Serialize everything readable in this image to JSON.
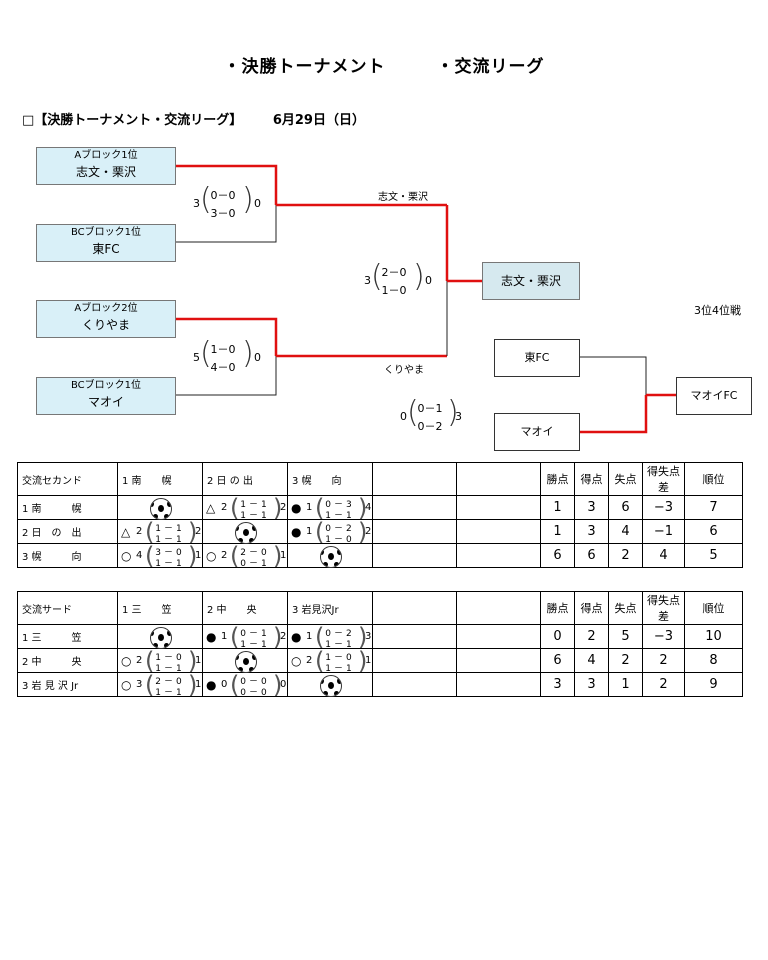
{
  "title": {
    "part1": "・決勝トーナメント",
    "part2": "・交流リーグ"
  },
  "subtitle": {
    "label": "□【決勝トーナメント・交流リーグ】",
    "date": "6月29日（日）"
  },
  "bracket": {
    "boxes": [
      {
        "top": "Aブロック1位",
        "name": "志文・栗沢"
      },
      {
        "top": "BCブロック1位",
        "name": "東FC"
      },
      {
        "top": "Aブロック2位",
        "name": "くりやま"
      },
      {
        "top": "BCブロック1位",
        "name": "マオイ"
      }
    ],
    "semi1": {
      "left": "3",
      "line1": "0－0",
      "line2": "3－0",
      "right": "0"
    },
    "semi2": {
      "left": "5",
      "line1": "1－0",
      "line2": "4－0",
      "right": "0"
    },
    "final": {
      "left": "3",
      "line1": "2－0",
      "line2": "1－0",
      "right": "0"
    },
    "third": {
      "left": "0",
      "line1": "0－1",
      "line2": "0－2",
      "right": "3"
    },
    "semi1_winner": "志文・栗沢",
    "semi2_winner": "くりやま",
    "champion": "志文・栗沢",
    "third_place_label": "3位4位戦",
    "third_team_a": "東FC",
    "third_team_b": "マオイ",
    "third_winner": "マオイFC"
  },
  "league1": {
    "name": "交流セカンド",
    "columns": [
      "1 南　　幌",
      "2 日 の 出",
      "3 幌　　向"
    ],
    "stat_headers": [
      "勝点",
      "得点",
      "失点",
      "得失点差",
      "順位"
    ],
    "rows": [
      {
        "team": "1 南　　　幌",
        "cells": [
          {
            "self": true
          },
          {
            "mark": "△",
            "l": "2",
            "s1": "1－1",
            "s2": "1－1",
            "r": "2"
          },
          {
            "mark": "●",
            "l": "1",
            "s1": "0－3",
            "s2": "1－1",
            "r": "4"
          }
        ],
        "stats": [
          "1",
          "3",
          "6",
          "−3",
          "7"
        ]
      },
      {
        "team": "2 日　の　出",
        "cells": [
          {
            "mark": "△",
            "l": "2",
            "s1": "1－1",
            "s2": "1－1",
            "r": "2"
          },
          {
            "self": true
          },
          {
            "mark": "●",
            "l": "1",
            "s1": "0－2",
            "s2": "1－0",
            "r": "2"
          }
        ],
        "stats": [
          "1",
          "3",
          "4",
          "−1",
          "6"
        ]
      },
      {
        "team": "3 幌　　　向",
        "cells": [
          {
            "mark": "○",
            "l": "4",
            "s1": "3－0",
            "s2": "1－1",
            "r": "1"
          },
          {
            "mark": "○",
            "l": "2",
            "s1": "2－0",
            "s2": "0－1",
            "r": "1"
          },
          {
            "self": true
          }
        ],
        "stats": [
          "6",
          "6",
          "2",
          "4",
          "5"
        ]
      }
    ]
  },
  "league2": {
    "name": "交流サード",
    "columns": [
      "1 三　　笠",
      "2 中　　央",
      "3 岩見沢Jr"
    ],
    "stat_headers": [
      "勝点",
      "得点",
      "失点",
      "得失点差",
      "順位"
    ],
    "rows": [
      {
        "team": "1 三　　　笠",
        "cells": [
          {
            "self": true
          },
          {
            "mark": "●",
            "l": "1",
            "s1": "0－1",
            "s2": "1－1",
            "r": "2"
          },
          {
            "mark": "●",
            "l": "1",
            "s1": "0－2",
            "s2": "1－1",
            "r": "3"
          }
        ],
        "stats": [
          "0",
          "2",
          "5",
          "−3",
          "10"
        ]
      },
      {
        "team": "2 中　　　央",
        "cells": [
          {
            "mark": "○",
            "l": "2",
            "s1": "1－0",
            "s2": "1－1",
            "r": "1"
          },
          {
            "self": true
          },
          {
            "mark": "○",
            "l": "2",
            "s1": "1－0",
            "s2": "1－1",
            "r": "1"
          }
        ],
        "stats": [
          "6",
          "4",
          "2",
          "2",
          "8"
        ]
      },
      {
        "team": "3 岩 見 沢 Jr",
        "cells": [
          {
            "mark": "○",
            "l": "3",
            "s1": "2－0",
            "s2": "1－1",
            "r": "1"
          },
          {
            "mark": "●",
            "l": "0",
            "s1": "0－0",
            "s2": "0－0",
            "r": "0"
          },
          {
            "self": true
          }
        ],
        "stats": [
          "3",
          "3",
          "1",
          "2",
          "9"
        ]
      }
    ]
  },
  "colors": {
    "win_line": "#e01010",
    "box_fill": "#d9f0f8",
    "champion_fill": "#d6e9ef"
  }
}
